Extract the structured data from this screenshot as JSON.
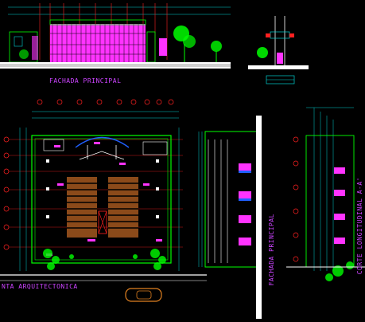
{
  "labels": {
    "fachada_top": "FACHADA PRINCIPAL",
    "planta": "NTA ARQUITECTONICA",
    "fachada_side": "FACHADA PRINCIPAL",
    "corte": "CORTE LONGITUDINAL A-A'"
  },
  "colors": {
    "background": "#000000",
    "outline": "#ffffff",
    "walls": "#00ff00",
    "dims": "#00d0d0",
    "axes": "#ff2020",
    "fill_magenta": "#ff33ff",
    "furniture": "#8b4a1a",
    "car": "#e08020",
    "text": "#cc44ff",
    "blue": "#2060ff"
  }
}
